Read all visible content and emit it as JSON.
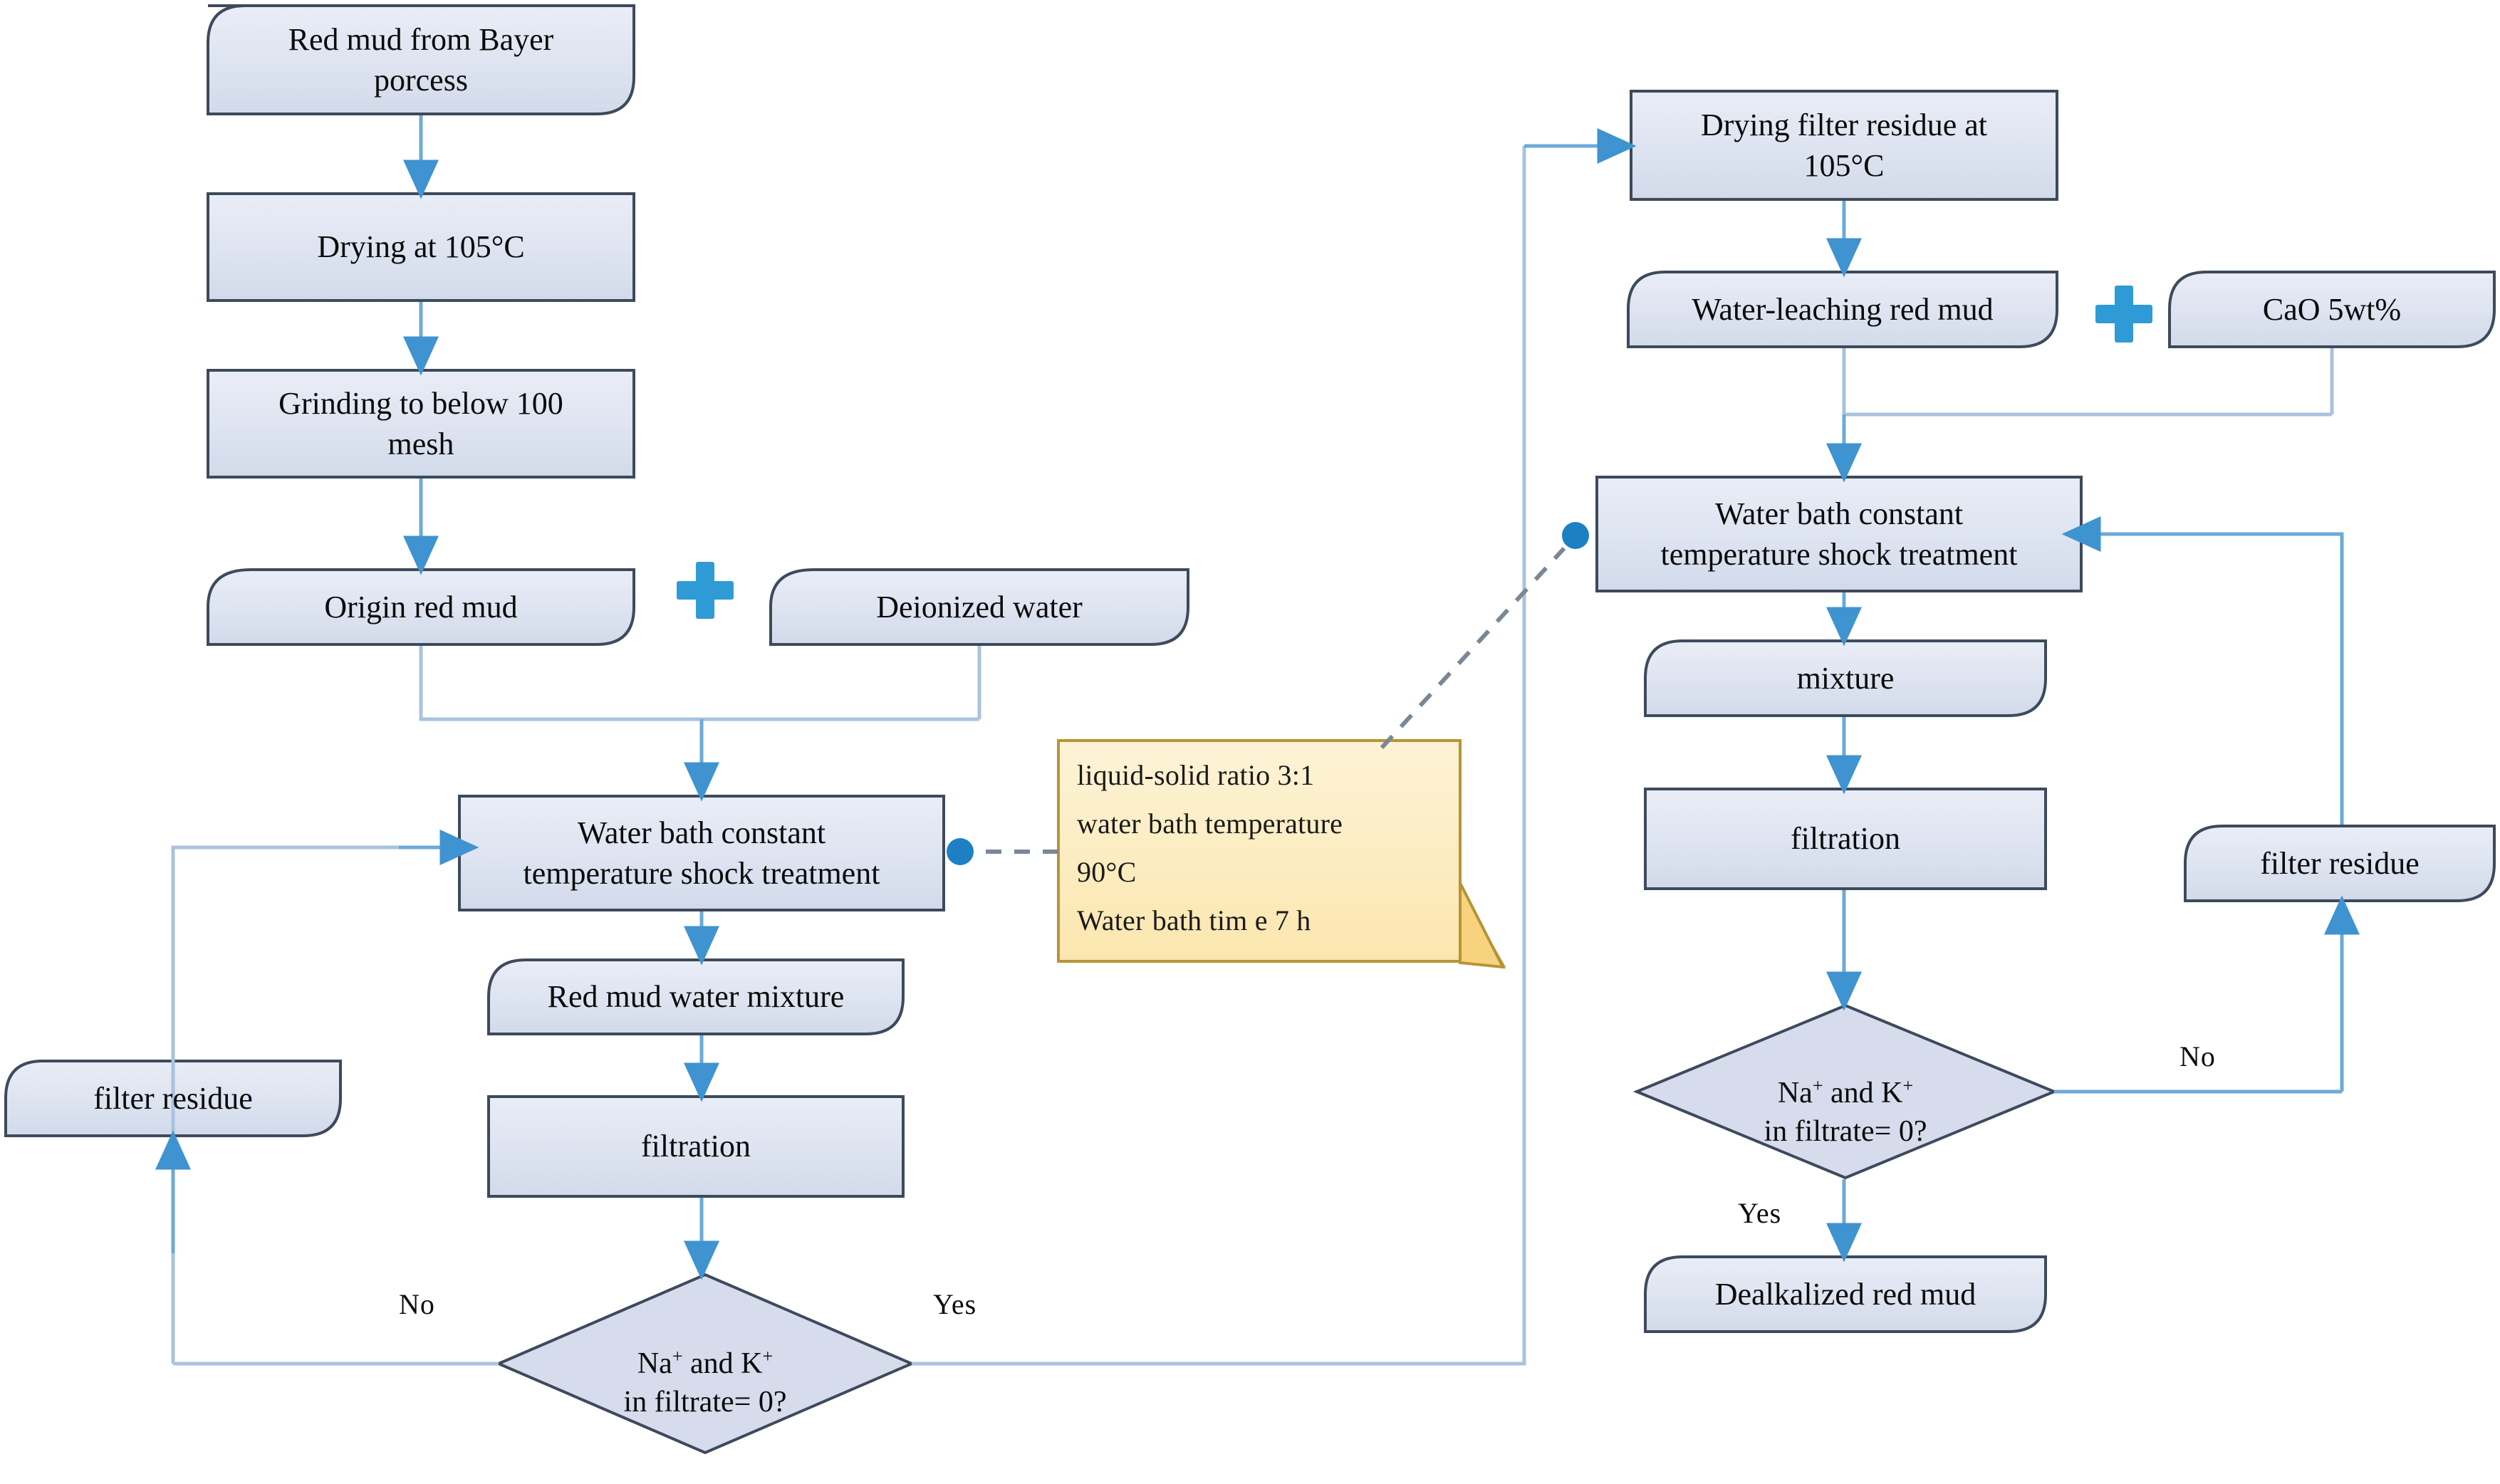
{
  "diagram": {
    "title": "Red mud dealkalization process flowchart",
    "colors": {
      "node_fill": "#d6dcec",
      "node_fill_top": "#e3e8f3",
      "node_stroke": "#3d4a5c",
      "arrow": "#3f93d1",
      "connector": "#9fb9d4",
      "callout_fill": "#fdefc9",
      "callout_stroke": "#b79437",
      "plus": "#2e9bd6",
      "dash": "#6e7b8b",
      "text": "#0b0b0b"
    }
  },
  "nodes": {
    "red_mud_source": {
      "label": "Red mud from Bayer\nporcess",
      "shape": "rounded-flag"
    },
    "drying_105": {
      "label": "Drying at 105°C",
      "shape": "rect"
    },
    "grinding": {
      "label": "Grinding to below 100\nmesh",
      "shape": "rect"
    },
    "origin_red_mud": {
      "label": "Origin red mud",
      "shape": "rounded-flag"
    },
    "deionized_water": {
      "label": "Deionized water",
      "shape": "rounded-flag"
    },
    "water_bath_left": {
      "label": "Water bath constant\ntemperature shock treatment",
      "shape": "rect"
    },
    "red_mud_water_mixture": {
      "label": "Red mud water mixture",
      "shape": "rounded-flag"
    },
    "filtration_left": {
      "label": "filtration",
      "shape": "rect"
    },
    "decision_left": {
      "label_line1_pre": "Na",
      "label_line1_sup1": "+",
      "label_line1_mid": " and K",
      "label_line1_sup2": "+",
      "label_line2": "in filtrate= 0?",
      "shape": "diamond"
    },
    "filter_residue_left": {
      "label": "filter residue",
      "shape": "rounded-flag"
    },
    "drying_filter_residue": {
      "label": "Drying filter residue at\n105°C",
      "shape": "rect"
    },
    "water_leaching_red_mud": {
      "label": "Water-leaching red mud",
      "shape": "rounded-flag"
    },
    "cao": {
      "label": "CaO 5wt%",
      "shape": "rounded-flag"
    },
    "water_bath_right": {
      "label": "Water bath constant\ntemperature shock treatment",
      "shape": "rect"
    },
    "mixture": {
      "label": "mixture",
      "shape": "rounded-flag"
    },
    "filtration_right": {
      "label": "filtration",
      "shape": "rect"
    },
    "decision_right": {
      "label_line1_pre": "Na",
      "label_line1_sup1": "+",
      "label_line1_mid": " and K",
      "label_line1_sup2": "+",
      "label_line2": "in filtrate= 0?",
      "shape": "diamond"
    },
    "filter_residue_right": {
      "label": "filter residue",
      "shape": "rounded-flag"
    },
    "dealkalized_red_mud": {
      "label": "Dealkalized red mud",
      "shape": "rounded-flag"
    }
  },
  "edge_labels": {
    "no_left": "No",
    "yes_left": "Yes",
    "no_right": "No",
    "yes_right": "Yes"
  },
  "callout": {
    "line1": "liquid-solid ratio  3:1",
    "line2": "water bath temperature",
    "line3": "90°C",
    "line4": "Water bath tim e 7 h"
  },
  "operators": {
    "plus_left": "+",
    "plus_right": "+"
  }
}
